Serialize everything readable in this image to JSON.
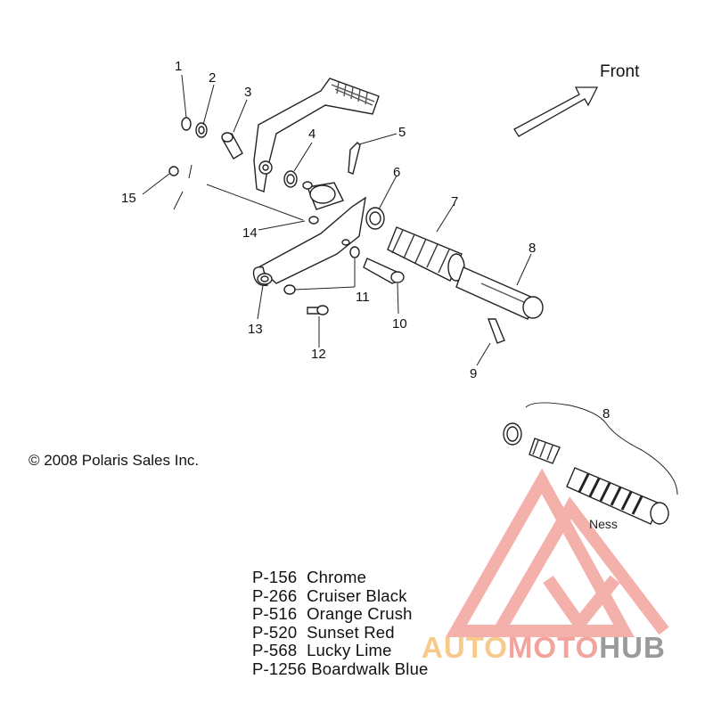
{
  "front_label": "Front",
  "copyright": "© 2008 Polaris Sales Inc.",
  "ness_label": "Ness",
  "callouts": [
    "1",
    "2",
    "3",
    "4",
    "5",
    "6",
    "7",
    "8",
    "9",
    "10",
    "11",
    "12",
    "13",
    "14",
    "15",
    "8"
  ],
  "color_options": [
    {
      "code": "P-156",
      "name": "Chrome"
    },
    {
      "code": "P-266",
      "name": "Cruiser Black"
    },
    {
      "code": "P-516",
      "name": "Orange Crush"
    },
    {
      "code": "P-520",
      "name": "Sunset Red"
    },
    {
      "code": "P-568",
      "name": "Lucky Lime"
    },
    {
      "code": "P-1256",
      "name": "Boardwalk Blue"
    }
  ],
  "watermark": {
    "part1": "AUTO",
    "part2": "MOTO",
    "part3": "HUB",
    "colors": {
      "part1": "#f7c98a",
      "part2": "#f3a39c",
      "part3": "#9a9a9a",
      "logo": "#f08a84"
    }
  }
}
